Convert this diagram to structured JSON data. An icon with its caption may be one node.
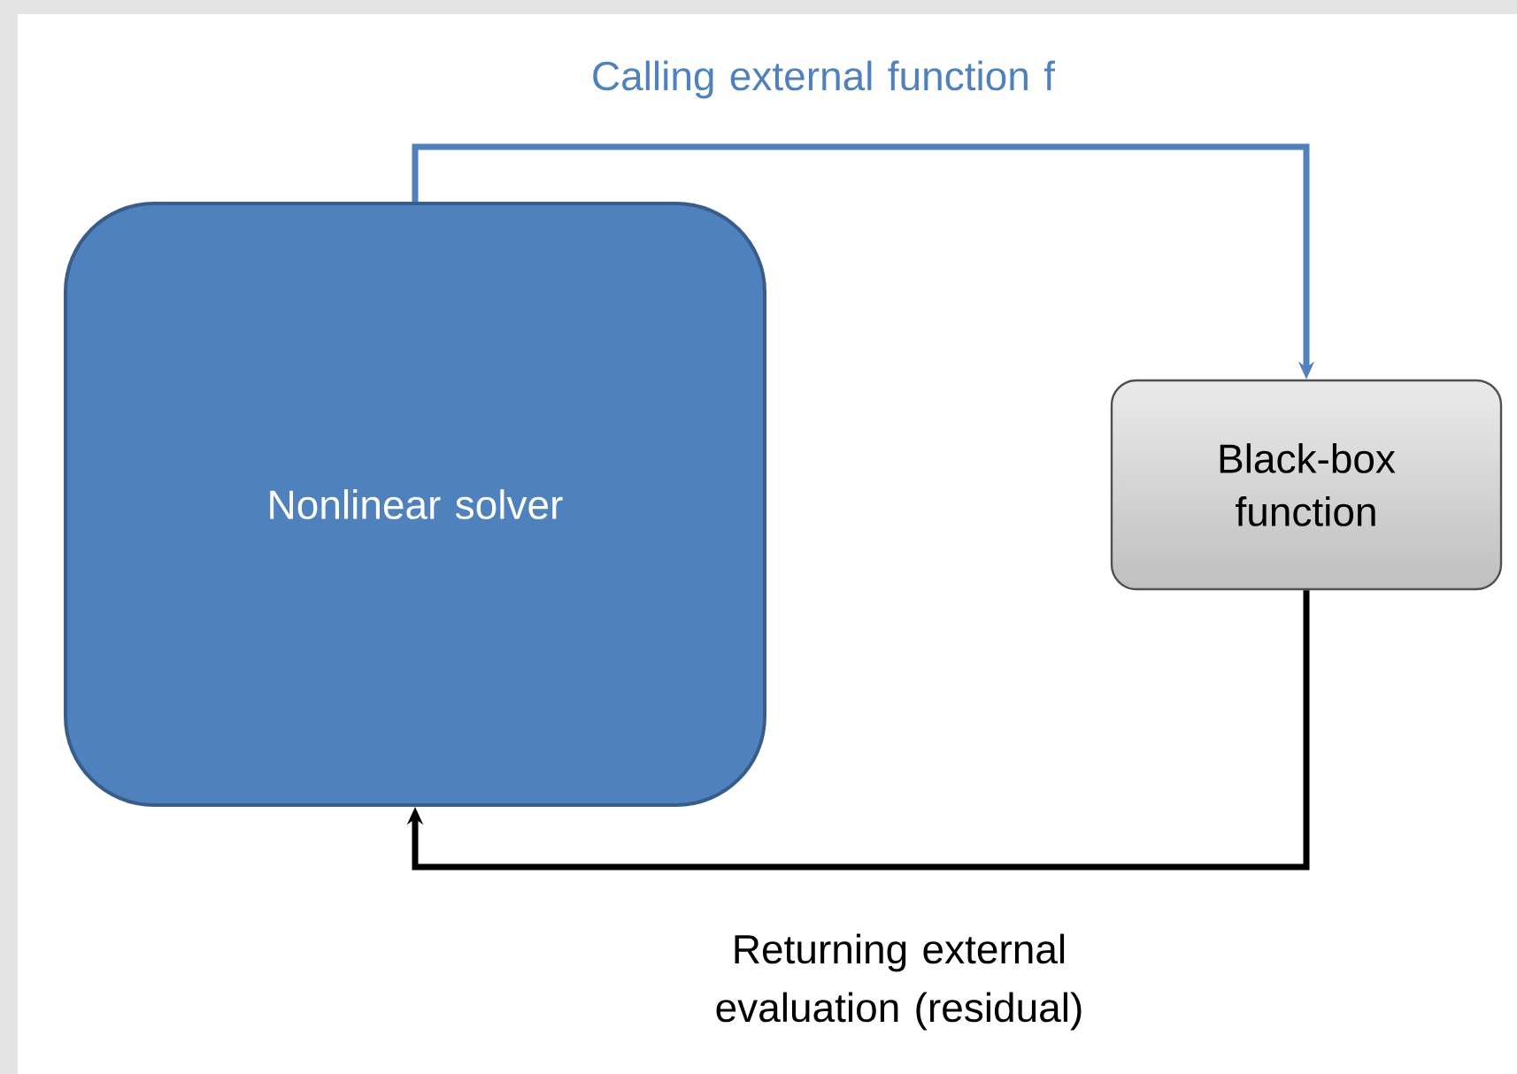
{
  "diagram": {
    "nodes": [
      {
        "text": [
          "Nonlinear solver"
        ]
      },
      {
        "text": [
          "Black-box function"
        ]
      }
    ],
    "edges": [
      {
        "from": 0,
        "to": 1,
        "arrow": "to",
        "label": "Calling external function f",
        "color": "#4f81bd"
      },
      {
        "from": 1,
        "to": 0,
        "arrow": "to",
        "label": "Returning external evaluation (residual)",
        "color": "#000000"
      }
    ]
  }
}
